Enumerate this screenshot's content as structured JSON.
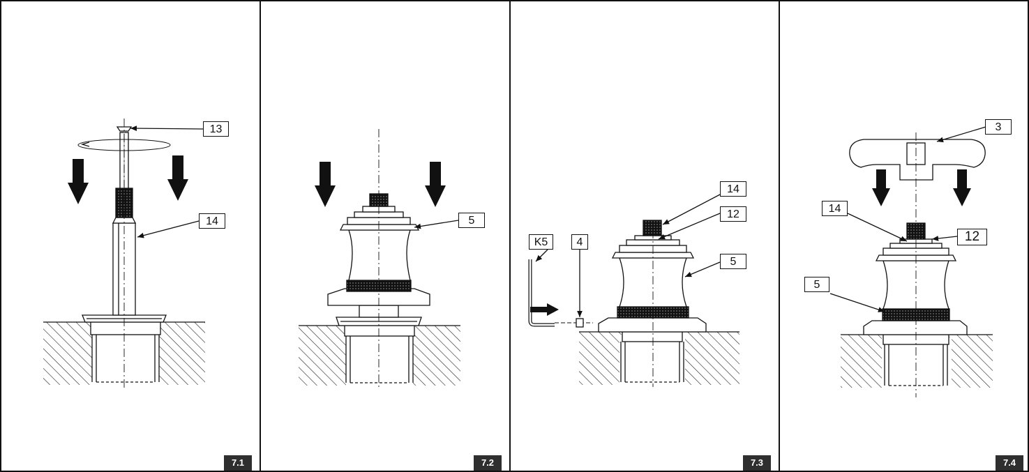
{
  "panels": [
    {
      "number": "7.1",
      "callouts": [
        "13",
        "14"
      ]
    },
    {
      "number": "7.2",
      "callouts": [
        "5"
      ]
    },
    {
      "number": "7.3",
      "callouts": [
        "K5",
        "4",
        "14",
        "12",
        "5"
      ]
    },
    {
      "number": "7.4",
      "callouts": [
        "3",
        "14",
        "12",
        "5"
      ]
    }
  ]
}
